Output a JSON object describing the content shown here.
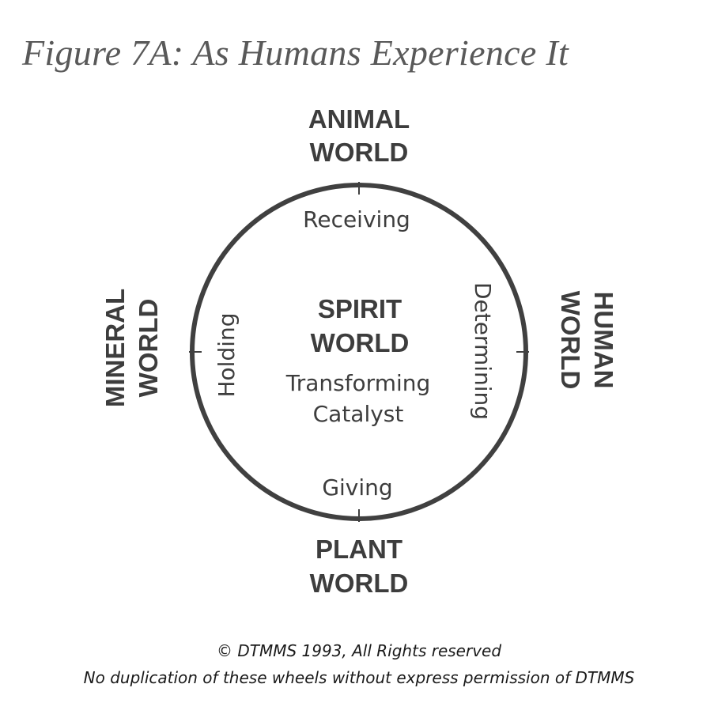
{
  "title": "Figure 7A: As Humans Experience It",
  "diagram": {
    "outer_labels": {
      "top": [
        "ANIMAL",
        "WORLD"
      ],
      "bottom": [
        "PLANT",
        "WORLD"
      ],
      "left": [
        "MINERAL",
        "WORLD"
      ],
      "right": [
        "HUMAN",
        "WORLD"
      ]
    },
    "inner_labels": {
      "top": "Receiving",
      "bottom": "Giving",
      "left": "Holding",
      "right": "Determining"
    },
    "center": {
      "title": [
        "SPIRIT",
        "WORLD"
      ],
      "subtitle": [
        "Transforming",
        "Catalyst"
      ]
    },
    "colors": {
      "circle": "#404040",
      "text": "#3d3d3d"
    }
  },
  "footer": {
    "copyright": "© DTMMS 1993, All Rights reserved",
    "notice": "No duplication of these wheels without express permission of DTMMS"
  }
}
